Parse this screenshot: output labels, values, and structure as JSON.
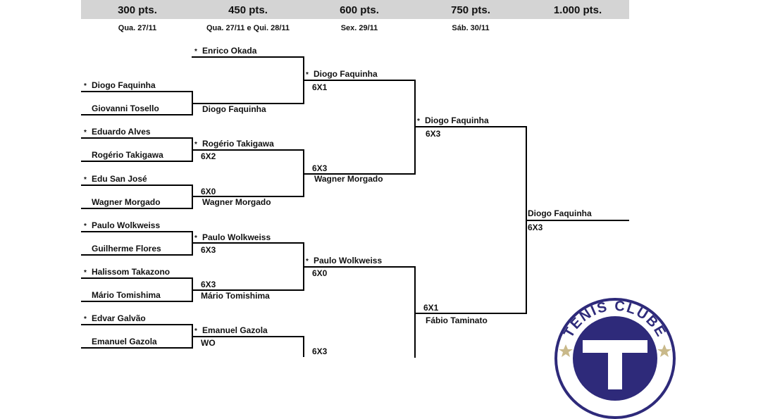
{
  "rounds": [
    {
      "points": "300 pts.",
      "date": "Qua. 27/11"
    },
    {
      "points": "450 pts.",
      "date": "Qua. 27/11 e Qui. 28/11"
    },
    {
      "points": "600 pts.",
      "date": "Sex. 29/11"
    },
    {
      "points": "750 pts.",
      "date": "Sáb. 30/11"
    },
    {
      "points": "1.000 pts.",
      "date": ""
    }
  ],
  "seed_marker": "*",
  "round1": [
    {
      "name": "Diogo Faquinha",
      "seeded": true
    },
    {
      "name": "Giovanni Tosello",
      "seeded": false
    },
    {
      "name": "Eduardo Alves",
      "seeded": true
    },
    {
      "name": "Rogério Takigawa",
      "seeded": false
    },
    {
      "name": "Edu San José",
      "seeded": true
    },
    {
      "name": "Wagner Morgado",
      "seeded": false
    },
    {
      "name": "Paulo Wolkweiss",
      "seeded": true
    },
    {
      "name": "Guilherme Flores",
      "seeded": false
    },
    {
      "name": "Halissom Takazono",
      "seeded": true
    },
    {
      "name": "Mário Tomishima",
      "seeded": false
    },
    {
      "name": "Edvar Galvão",
      "seeded": true
    },
    {
      "name": "Emanuel Gazola",
      "seeded": false
    }
  ],
  "round2": [
    {
      "name": "Enrico Okada",
      "seeded": true,
      "score": ""
    },
    {
      "name": "Diogo Faquinha",
      "seeded": false,
      "score": ""
    },
    {
      "name": "Rogério Takigawa",
      "seeded": true,
      "score": "6X2"
    },
    {
      "name": "Wagner Morgado",
      "seeded": false,
      "score": "6X0"
    },
    {
      "name": "Paulo Wolkweiss",
      "seeded": true,
      "score": "6X3"
    },
    {
      "name": "Mário Tomishima",
      "seeded": false,
      "score": "6X3"
    },
    {
      "name": "Emanuel Gazola",
      "seeded": true,
      "score": "WO"
    }
  ],
  "round3": [
    {
      "name": "Diogo Faquinha",
      "seeded": true,
      "score": "6X1"
    },
    {
      "name": "Wagner Morgado",
      "seeded": false,
      "score": "6X3"
    },
    {
      "name": "Paulo Wolkweiss",
      "seeded": true,
      "score": "6X0"
    },
    {
      "name": "",
      "seeded": false,
      "score": "6X3"
    }
  ],
  "round4": [
    {
      "name": "Diogo Faquinha",
      "seeded": true,
      "score": "6X3"
    },
    {
      "name": "Fábio Taminato",
      "seeded": false,
      "score": "6X1"
    }
  ],
  "final": {
    "name": "Diogo Faquinha",
    "score": "6X3"
  },
  "logo": {
    "text": "TÊNIS CLUBE",
    "accent_color": "#2e2a7a",
    "star_color": "#c9b98a"
  }
}
